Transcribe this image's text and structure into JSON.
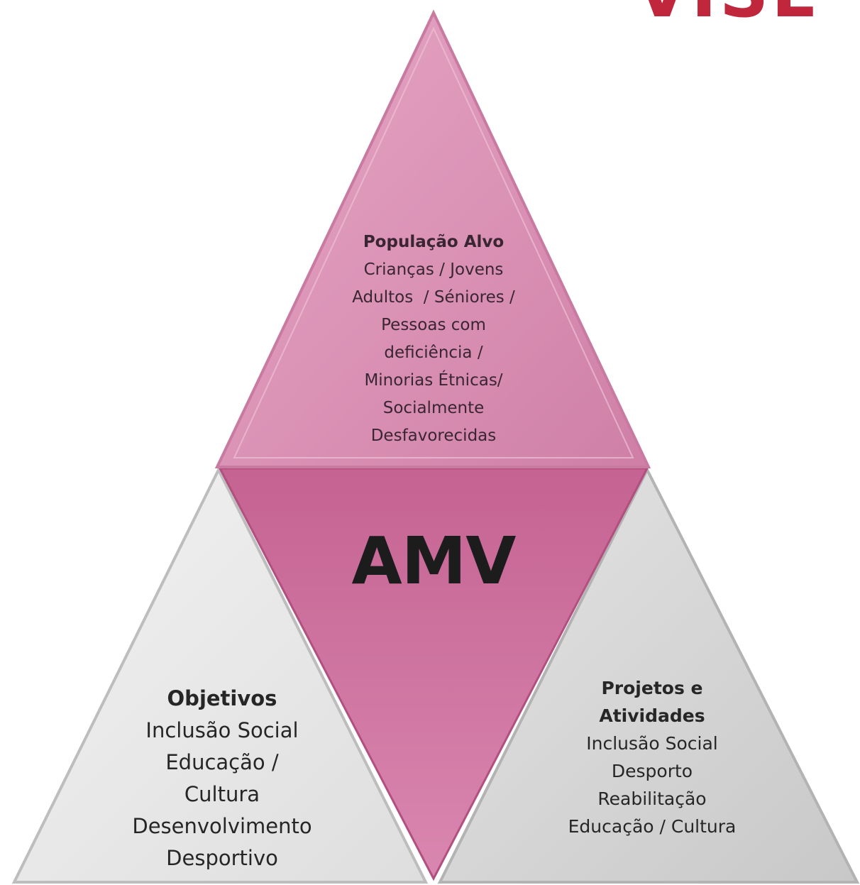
{
  "logo": {
    "text": "VISE"
  },
  "top": {
    "heading": "População Alvo",
    "lines": [
      "Crianças / Jovens",
      "Adultos  / Séniores /",
      "Pessoas com",
      "deficiência /",
      "Minorias Étnicas/",
      "Socialmente",
      "Desfavorecidas"
    ]
  },
  "center": {
    "label": "AMV"
  },
  "left": {
    "heading": "Objetivos",
    "lines": [
      "Inclusão Social",
      "Educação /",
      "Cultura",
      "Desenvolvimento",
      "Desportivo"
    ]
  },
  "right": {
    "heading_lines": [
      "Projetos e",
      "Atividades"
    ],
    "lines": [
      "Inclusão Social",
      "Desporto",
      "Reabilitação",
      "Educação / Cultura"
    ]
  },
  "colors": {
    "pink_light": "#d98fb4",
    "pink_dark": "#c4608e",
    "grey_light": "#e8e8e8",
    "grey_mid": "#cfcfcf",
    "logo_red": "#c0263c"
  }
}
